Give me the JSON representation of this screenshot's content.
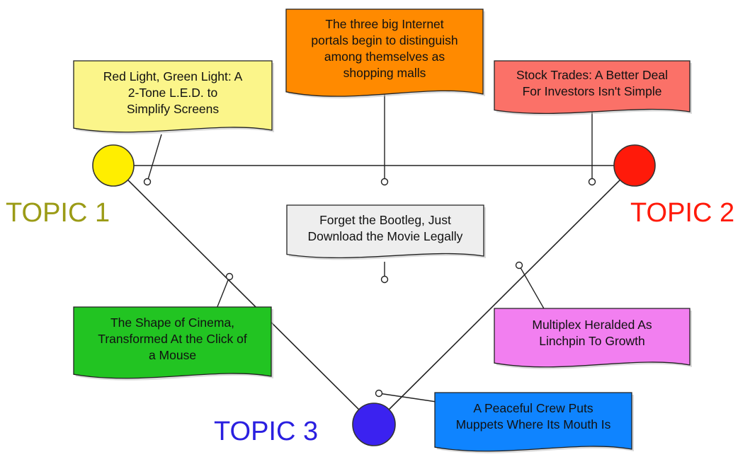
{
  "topics": [
    {
      "label": "TOPIC 1",
      "color": "#9b9b16",
      "node_color": "#ffee00"
    },
    {
      "label": "TOPIC 2",
      "color": "#ff1a0a",
      "node_color": "#ff1a0a"
    },
    {
      "label": "TOPIC 3",
      "color": "#2a1fe0",
      "node_color": "#3b22f0"
    }
  ],
  "notes": [
    {
      "text": "Red Light, Green Light: A\n2-Tone L.E.D. to\nSimplify Screens",
      "color": "#fbf58a"
    },
    {
      "text": "The three big Internet\nportals begin to distinguish\namong themselves as\nshopping malls",
      "color": "#ff8a00"
    },
    {
      "text": "Stock Trades: A Better Deal\nFor Investors Isn't Simple",
      "color": "#fb7168"
    },
    {
      "text": "Forget the Bootleg, Just\nDownload the Movie Legally",
      "color": "#eeeeee"
    },
    {
      "text": "The Shape of Cinema,\nTransformed At the Click of\na Mouse",
      "color": "#22c422"
    },
    {
      "text": "Multiplex Heralded As\nLinchpin To Growth",
      "color": "#f27ff0"
    },
    {
      "text": "A Peaceful Crew Puts\nMuppets Where Its Mouth Is",
      "color": "#0f84ff"
    }
  ]
}
